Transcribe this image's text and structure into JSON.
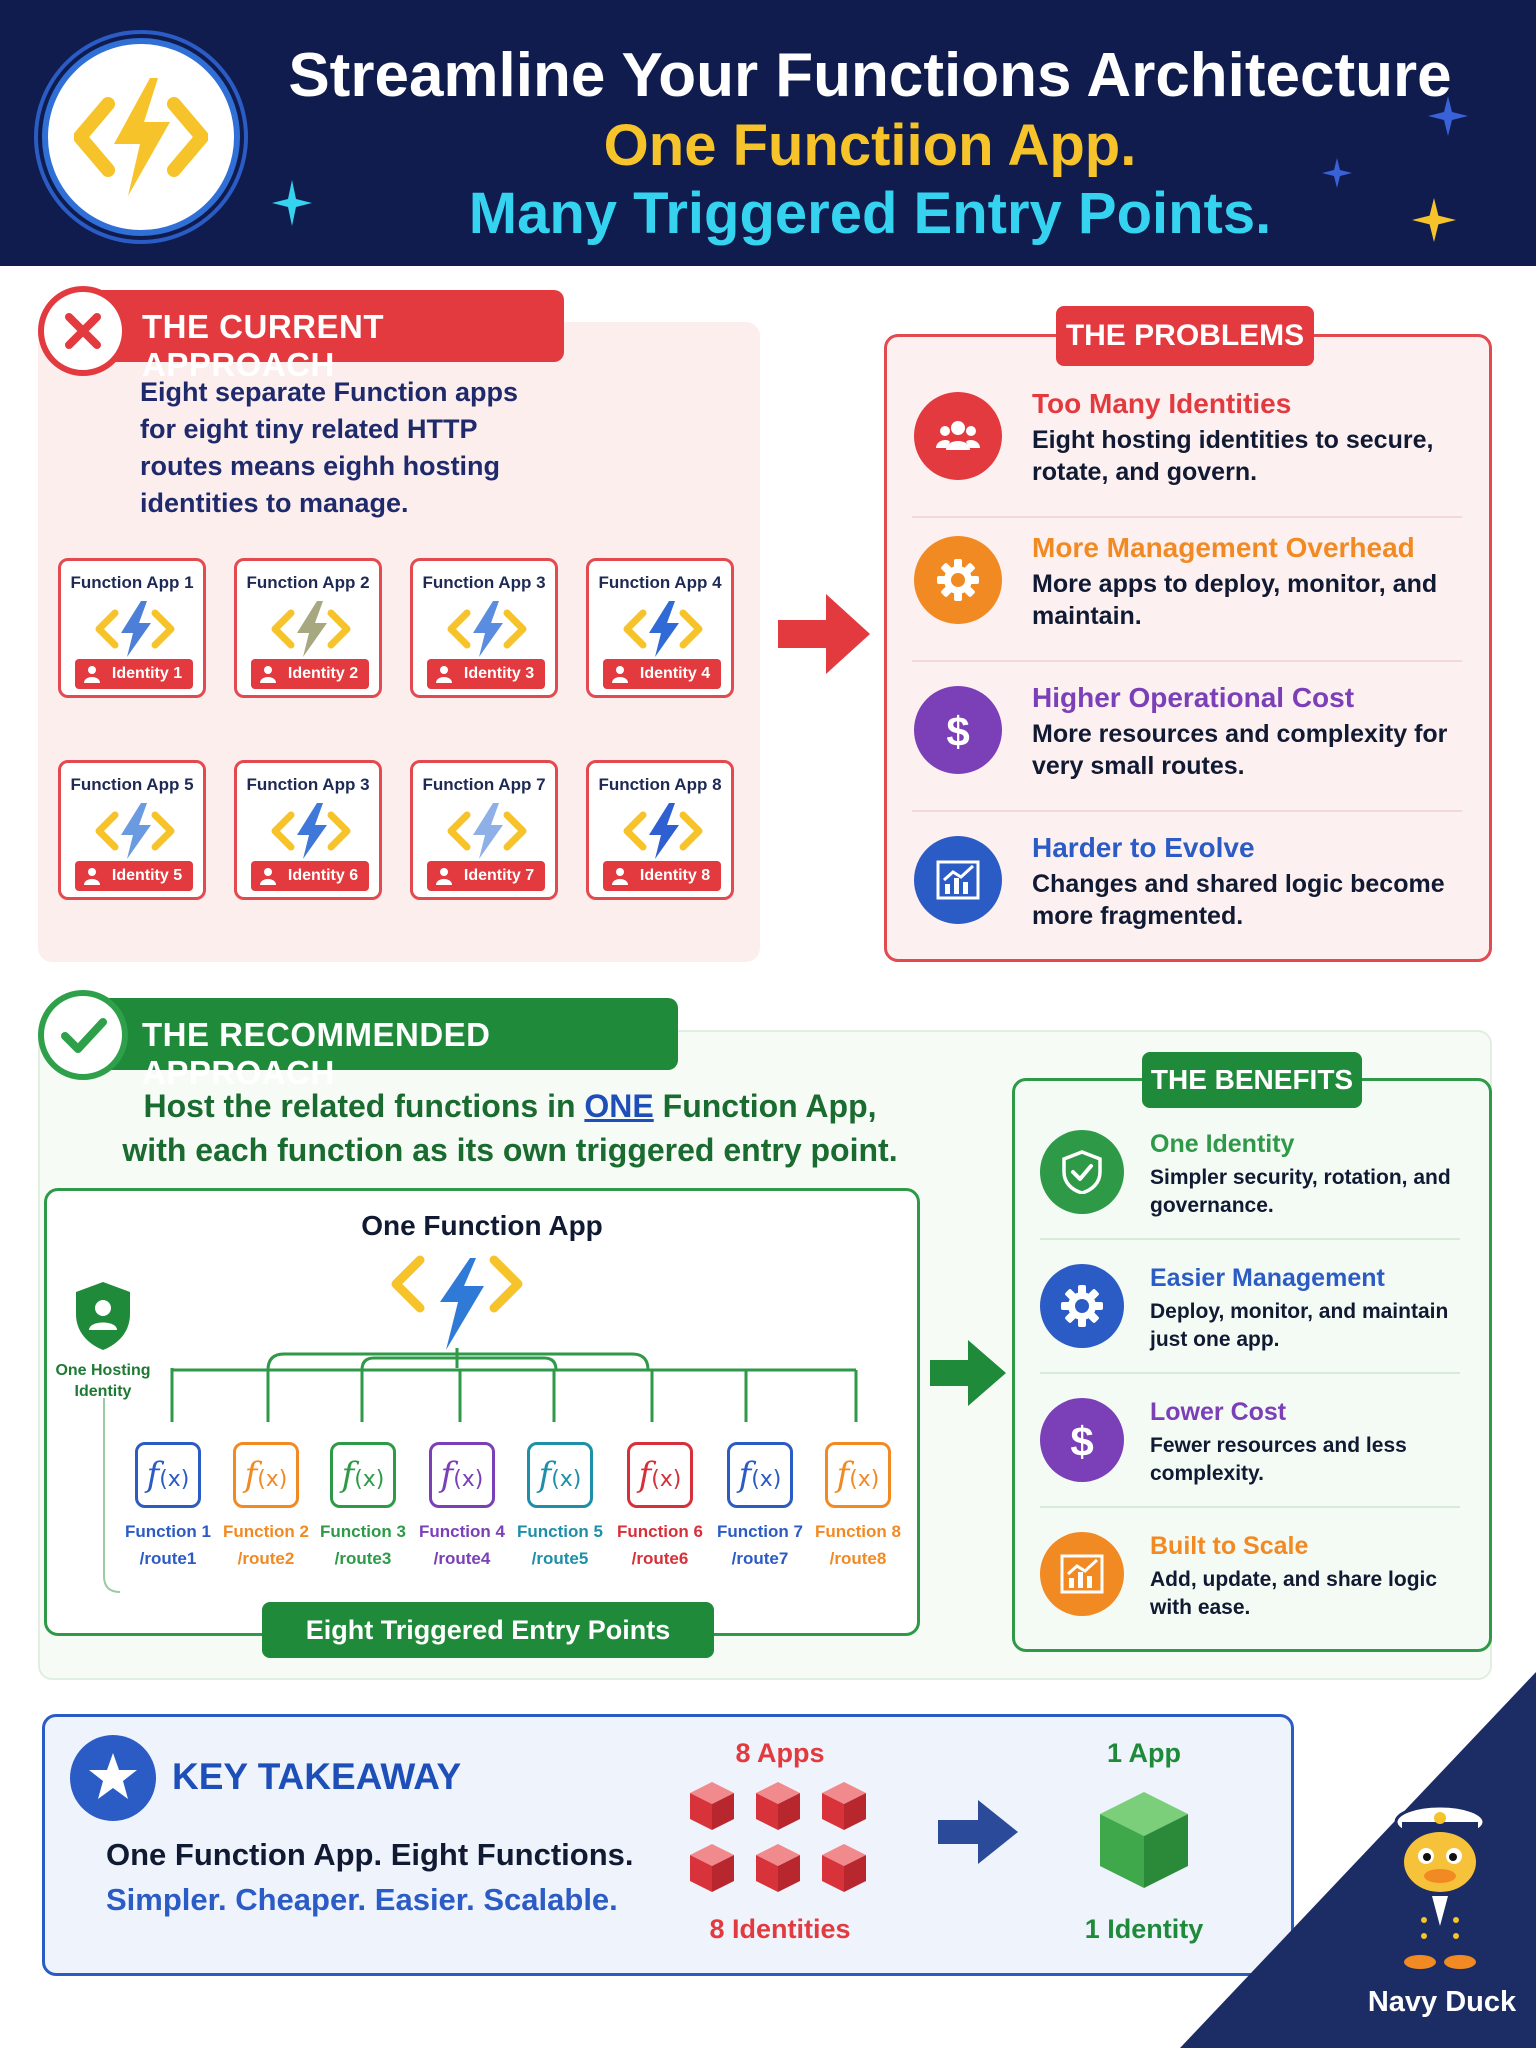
{
  "header": {
    "title_line1": "Streamline Your Functions Architecture",
    "title_line2": "One Functiion App.",
    "title_line3": "Many Triggered Entry Points.",
    "logo_icon": "azure-functions-bolt-icon"
  },
  "current": {
    "heading": "THE CURRENT APPROACH",
    "description": "Eight separate Function apps for eight tiny related HTTP routes means eighh hosting identities to manage.",
    "apps": [
      {
        "title": "Function App 1",
        "identity": "Identity 1"
      },
      {
        "title": "Function App 2",
        "identity": "Identity 2"
      },
      {
        "title": "Function App 3",
        "identity": "Identity 3"
      },
      {
        "title": "Function App 4",
        "identity": "Identity 4"
      },
      {
        "title": "Function App 5",
        "identity": "Identity 5"
      },
      {
        "title": "Function App 3",
        "identity": "Identity 6"
      },
      {
        "title": "Function App 7",
        "identity": "Identity 7"
      },
      {
        "title": "Function App 8",
        "identity": "Identity 8"
      }
    ]
  },
  "problems": {
    "heading": "THE PROBLEMS",
    "items": [
      {
        "title": "Too Many Identities",
        "text": "Eight hosting identities to secure, rotate, and govern.",
        "color": "#e23a3f",
        "icon": "users-icon"
      },
      {
        "title": "More Management Overhead",
        "text": "More apps to deploy, monitor, and maintain.",
        "color": "#f28a24",
        "icon": "gear-icon"
      },
      {
        "title": "Higher Operational Cost",
        "text": "More resources and complexity for very small routes.",
        "color": "#7b3fb8",
        "icon": "dollar-icon"
      },
      {
        "title": "Harder to Evolve",
        "text": "Changes and shared logic become more fragmented.",
        "color": "#2b5bc4",
        "icon": "chart-icon"
      }
    ]
  },
  "recommended": {
    "heading": "THE RECOMMENDED APPROACH",
    "desc_part1": "Host the related functions in ",
    "desc_emph": "ONE",
    "desc_part2": " Function App,",
    "desc_line2": "with each function as its own triggered entry point.",
    "box_title": "One Function App",
    "host_identity": "One Hosting Identity",
    "entry_points": "Eight Triggered Entry Points",
    "functions": [
      {
        "name": "Function 1",
        "route": "/route1",
        "color": "#2b5bc4"
      },
      {
        "name": "Function 2",
        "route": "/route2",
        "color": "#f28a24"
      },
      {
        "name": "Function 3",
        "route": "/route3",
        "color": "#2e9a48"
      },
      {
        "name": "Function 4",
        "route": "/route4",
        "color": "#7b3fb8"
      },
      {
        "name": "Function 5",
        "route": "/route5",
        "color": "#1e8fa8"
      },
      {
        "name": "Function 6",
        "route": "/route6",
        "color": "#d6303a"
      },
      {
        "name": "Function 7",
        "route": "/route7",
        "color": "#2b5bc4"
      },
      {
        "name": "Function 8",
        "route": "/route8",
        "color": "#f28a24"
      }
    ]
  },
  "benefits": {
    "heading": "THE BENEFITS",
    "items": [
      {
        "title": "One Identity",
        "text": "Simpler security, rotation, and governance.",
        "color": "#2e9a48",
        "icon": "shield-check-icon"
      },
      {
        "title": "Easier Management",
        "text": "Deploy, monitor, and maintain just one app.",
        "color": "#2b5bc4",
        "icon": "gear-icon"
      },
      {
        "title": "Lower Cost",
        "text": "Fewer resources and less complexity.",
        "color": "#7b3fb8",
        "icon": "dollar-icon"
      },
      {
        "title": "Built to Scale",
        "text": "Add, update, and share logic with ease.",
        "color": "#f28a24",
        "icon": "chart-icon"
      }
    ]
  },
  "takeaway": {
    "heading": "KEY TAKEAWAY",
    "line1": "One Function App. Eight Functions.",
    "line2": "Simpler. Cheaper. Easier. Scalable.",
    "before_label": "8 Apps",
    "before_sub": "8 Identities",
    "after_label": "1 App",
    "after_sub": "1 Identity"
  },
  "mascot": {
    "name": "Navy Duck"
  }
}
